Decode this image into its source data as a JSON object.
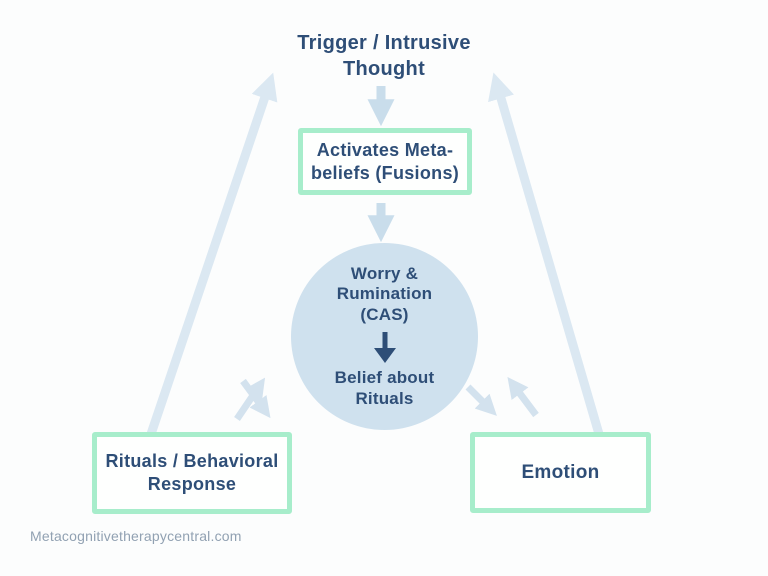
{
  "watermark": "Metacognitivetherapycentral.com",
  "colors": {
    "background": "#fcfdfd",
    "text_dark_blue": "#2e4e77",
    "box_border_mint": "#a7edcb",
    "box_fill": "#fefffe",
    "circle_fill": "#cfe1ee",
    "arrow_large_light_blue": "#dbe8f2",
    "arrow_small_light_blue": "#c9ddeb",
    "arrow_cross_light_blue": "#d3e2ee",
    "arrow_dark_blue": "#2e4e77",
    "watermark_gray": "#91a1b2"
  },
  "nodes": {
    "trigger": {
      "label": "Trigger / Intrusive Thought"
    },
    "meta_beliefs": {
      "label": "Activates Meta-beliefs (Fusions)"
    },
    "cas": {
      "label": "Worry & Rumination (CAS)",
      "sublabel": "Belief about Rituals"
    },
    "rituals": {
      "label": "Rituals / Behavioral Response"
    },
    "emotion": {
      "label": "Emotion"
    }
  },
  "edges": [
    {
      "from": "trigger",
      "to": "meta_beliefs",
      "style": "light-down-arrow"
    },
    {
      "from": "meta_beliefs",
      "to": "cas",
      "style": "light-down-arrow"
    },
    {
      "from": "cas_worry_rumination",
      "to": "belief_about_rituals",
      "style": "dark-down-arrow"
    },
    {
      "from": "cas",
      "to": "rituals",
      "style": "bidirectional-cross-arrows"
    },
    {
      "from": "cas",
      "to": "emotion",
      "style": "bidirectional-cross-arrows"
    },
    {
      "from": "rituals",
      "to": "trigger",
      "style": "large-light-arrow"
    },
    {
      "from": "emotion",
      "to": "trigger",
      "style": "large-light-arrow"
    }
  ]
}
